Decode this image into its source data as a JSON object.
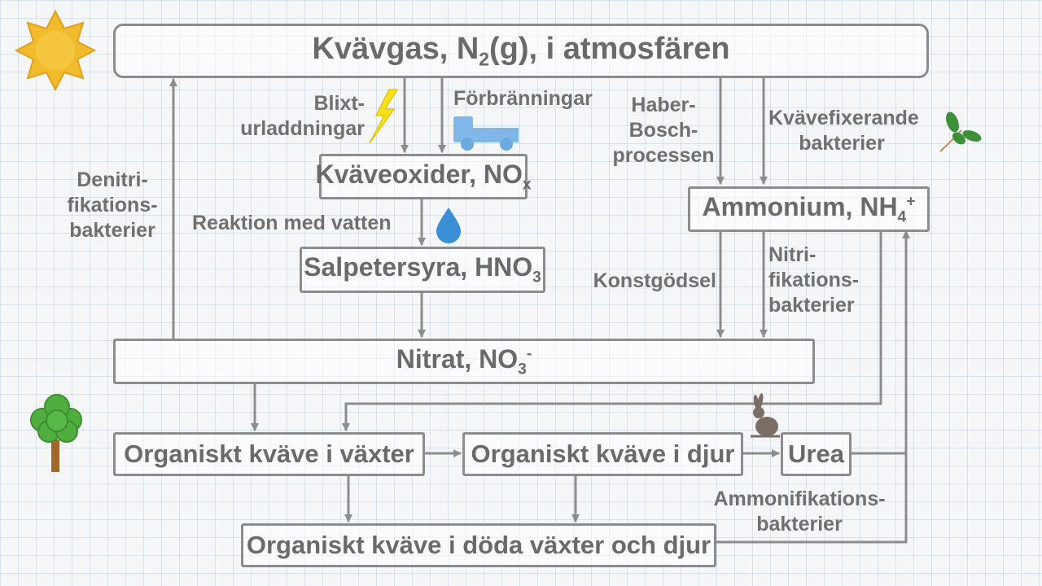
{
  "boxes": {
    "atmosphere": {
      "pre": "Kvävgas, N",
      "sub": "2",
      "post": "(g), i atmosfären"
    },
    "nox": {
      "pre": "Kväveoxider, NO",
      "sub": "x"
    },
    "hno3": {
      "pre": "Salpetersyra, HNO",
      "sub": "3"
    },
    "ammonium": {
      "pre": "Ammonium, NH",
      "sub": "4",
      "sup": "+"
    },
    "nitrate": {
      "pre": "Nitrat, NO",
      "sub": "3",
      "sup": "-"
    },
    "plants": {
      "text": "Organiskt kväve i växter"
    },
    "animals": {
      "text": "Organiskt kväve i djur"
    },
    "urea": {
      "text": "Urea"
    },
    "dead": {
      "text": "Organiskt kväve i döda växter och djur"
    }
  },
  "labels": {
    "lightning": "Blixt-\nurladdningar",
    "combustion": "Förbränningar",
    "haber": "Haber-\nBosch-\nprocessen",
    "fixing": "Kvävefixerande\nbakterier",
    "denitri": "Denitri-\nfikations-\nbakterier",
    "water": "Reaktion med vatten",
    "fertilizer": "Konstgödsel",
    "nitri": "Nitri-\nfikations-\nbakterier",
    "ammonif": "Ammonifikations-\nbakterier"
  },
  "colors": {
    "line": "#8c8c8c",
    "sun": "#f2bb2e",
    "truck": "#7fb8e8",
    "water_drop": "#3a8fd4",
    "lightning": "#f7e21a",
    "tree_crown": "#4fae3e",
    "tree_trunk": "#a0692a",
    "leaf": "#3d8f3a",
    "rabbit": "#7a6e66"
  },
  "icons": [
    "sun-icon",
    "lightning-icon",
    "truck-icon",
    "water-drop-icon",
    "leaf-icon",
    "tree-icon",
    "rabbit-icon"
  ]
}
